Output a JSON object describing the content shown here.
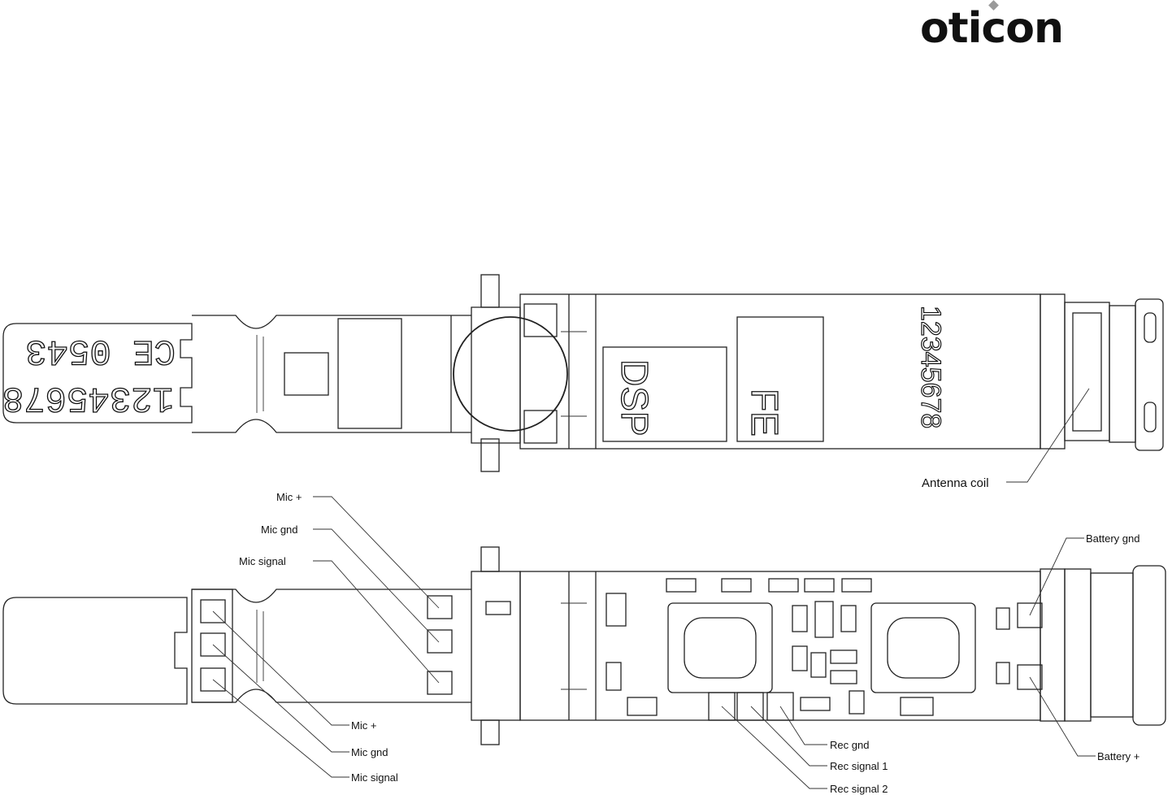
{
  "logo": {
    "text": "oticon",
    "accent_color": "#9a9a9a"
  },
  "top_view": {
    "tab_line1": "CE 0543",
    "tab_line2": "12345678",
    "chip_dsp": "DSP",
    "chip_fe": "FE",
    "serial": "12345678",
    "antenna_label": "Antenna coil"
  },
  "bottom_view": {
    "left_labels": [
      "Mic +",
      "Mic gnd",
      "Mic signal"
    ],
    "lower_labels": [
      "Mic +",
      "Mic gnd",
      "Mic signal"
    ],
    "rec_labels": [
      "Rec gnd",
      "Rec signal 1",
      "Rec signal 2"
    ],
    "battery_gnd": "Battery gnd",
    "battery_plus": "Battery +"
  }
}
